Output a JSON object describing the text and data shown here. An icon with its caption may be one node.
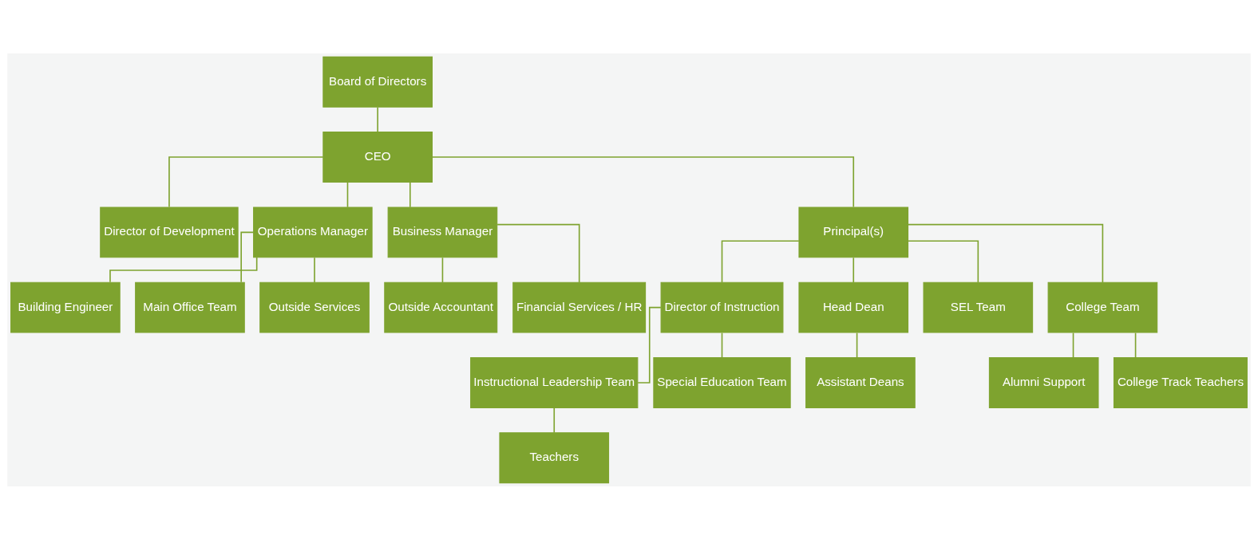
{
  "diagram": {
    "nodes": [
      {
        "text": [
          "Board of Directors"
        ]
      },
      {
        "text": [
          "CEO"
        ]
      },
      {
        "text": [
          "Director of Development"
        ]
      },
      {
        "text": [
          "Operations Manager"
        ]
      },
      {
        "text": [
          "Business Manager"
        ]
      },
      {
        "text": [
          "Principal(s)"
        ]
      },
      {
        "text": [
          "Building Engineer"
        ]
      },
      {
        "text": [
          "Main Office Team"
        ]
      },
      {
        "text": [
          "Outside Services"
        ]
      },
      {
        "text": [
          "Outside Accountant"
        ]
      },
      {
        "text": [
          "Financial Services / HR"
        ]
      },
      {
        "text": [
          "Director of Instruction"
        ]
      },
      {
        "text": [
          "Head Dean"
        ]
      },
      {
        "text": [
          "SEL Team"
        ]
      },
      {
        "text": [
          "College Team"
        ]
      },
      {
        "text": [
          "Instructional Leadership Team"
        ]
      },
      {
        "text": [
          "Special Education Team"
        ]
      },
      {
        "text": [
          "Teachers"
        ]
      },
      {
        "text": [
          "Assistant Deans"
        ]
      },
      {
        "text": [
          "Alumni Support"
        ]
      },
      {
        "text": [
          "College Track Teachers"
        ]
      }
    ],
    "edges": [
      {
        "from": 0,
        "to": 1,
        "arrow": "none"
      },
      {
        "from": 1,
        "to": 2,
        "arrow": "none"
      },
      {
        "from": 1,
        "to": 3,
        "arrow": "none"
      },
      {
        "from": 1,
        "to": 4,
        "arrow": "none"
      },
      {
        "from": 1,
        "to": 5,
        "arrow": "none"
      },
      {
        "from": 3,
        "to": 6,
        "arrow": "none"
      },
      {
        "from": 3,
        "to": 7,
        "arrow": "none"
      },
      {
        "from": 3,
        "to": 8,
        "arrow": "none"
      },
      {
        "from": 4,
        "to": 9,
        "arrow": "none"
      },
      {
        "from": 4,
        "to": 10,
        "arrow": "none"
      },
      {
        "from": 5,
        "to": 11,
        "arrow": "none"
      },
      {
        "from": 5,
        "to": 12,
        "arrow": "none"
      },
      {
        "from": 5,
        "to": 13,
        "arrow": "none"
      },
      {
        "from": 5,
        "to": 14,
        "arrow": "none"
      },
      {
        "from": 11,
        "to": 15,
        "arrow": "none"
      },
      {
        "from": 11,
        "to": 16,
        "arrow": "none"
      },
      {
        "from": 15,
        "to": 17,
        "arrow": "none"
      },
      {
        "from": 12,
        "to": 18,
        "arrow": "none"
      },
      {
        "from": 14,
        "to": 19,
        "arrow": "none"
      },
      {
        "from": 14,
        "to": 20,
        "arrow": "none"
      }
    ]
  }
}
